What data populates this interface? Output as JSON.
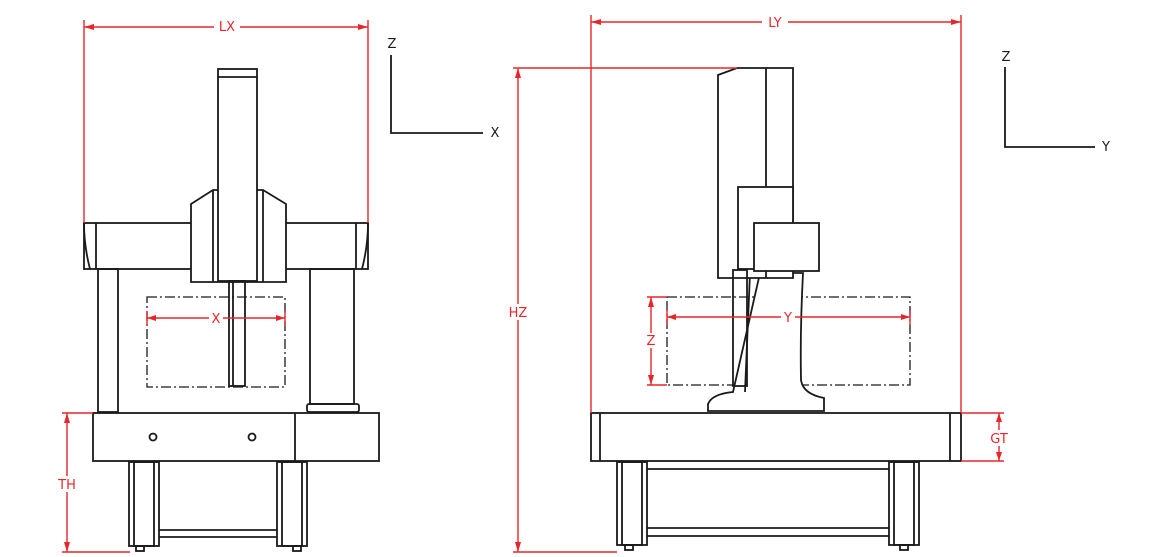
{
  "colors": {
    "dimension": "#e8262a",
    "outline": "#1a1a1a",
    "background": "#ffffff"
  },
  "dimensions": {
    "lx": "LX",
    "ly": "LY",
    "hz": "HZ",
    "th": "TH",
    "gt": "GT",
    "x_travel": "X",
    "y_travel": "Y",
    "z_travel": "Z"
  },
  "axes_front": {
    "vertical": "Z",
    "horizontal": "X"
  },
  "axes_side": {
    "vertical": "Z",
    "horizontal": "Y"
  }
}
